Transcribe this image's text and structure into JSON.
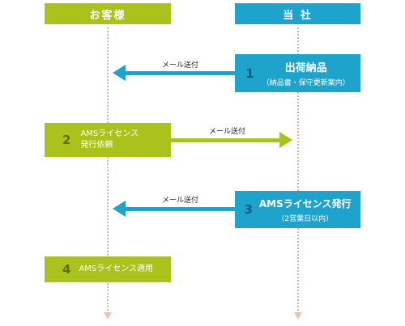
{
  "headers": {
    "customer": "お客様",
    "company": "当 社"
  },
  "steps": [
    {
      "num": "1",
      "title": "出荷納品",
      "sub": "（納品書・保守更新案内）"
    },
    {
      "num": "2",
      "line1": "AMSライセンス",
      "line2": "発行依頼"
    },
    {
      "num": "3",
      "title": "AMSライセンス発行",
      "sub": "（2営業日以内）"
    },
    {
      "num": "4",
      "title": "AMSライセンス適用"
    }
  ],
  "arrows": {
    "a1_label": "メール送付",
    "a2_label": "メール送付",
    "a3_label": "メール送付"
  },
  "colors": {
    "customer": "#a9c31c",
    "company": "#1ea3cc",
    "lane": "#d7b9a8"
  }
}
